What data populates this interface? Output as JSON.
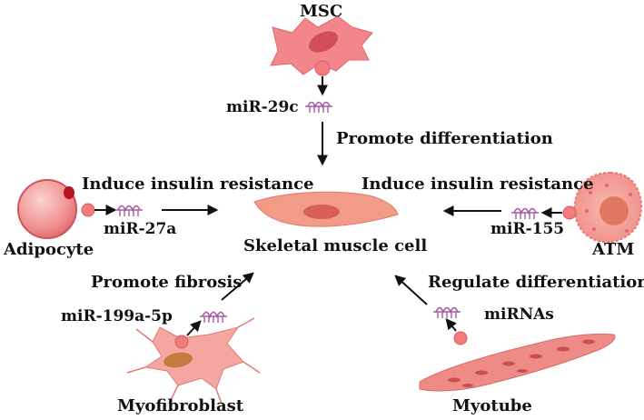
{
  "labels": {
    "msc": "MSC",
    "mir29c": "miR-29c",
    "promote_differentiation": "Promote differentiation",
    "induce_left": "Induce insulin resistance",
    "induce_right": "Induce insulin resistance",
    "mir27a": "miR-27a",
    "mir155": "miR-155",
    "adipocyte": "Adipocyte",
    "atm": "ATM",
    "skeletal_muscle_cell": "Skeletal muscle cell",
    "promote_fibrosis": "Promote fibrosis",
    "regulate_differentiation": "Regulate differentiation",
    "mir199": "miR-199a-5p",
    "mirnas": "miRNAs",
    "myofibroblast": "Myofibroblast",
    "myotube": "Myotube"
  },
  "colors": {
    "cell_pink": "#f08a8c",
    "cell_pink_light": "#f6b3b0",
    "nucleus": "#d9595f",
    "muscle_fill": "#f29b86",
    "muscle_nucleus": "#d95e55",
    "mirna": "#a55aa6",
    "arrow": "#111111",
    "vesicle": "#f27b80",
    "myofibroblast_nucleus": "#c47a3d"
  }
}
